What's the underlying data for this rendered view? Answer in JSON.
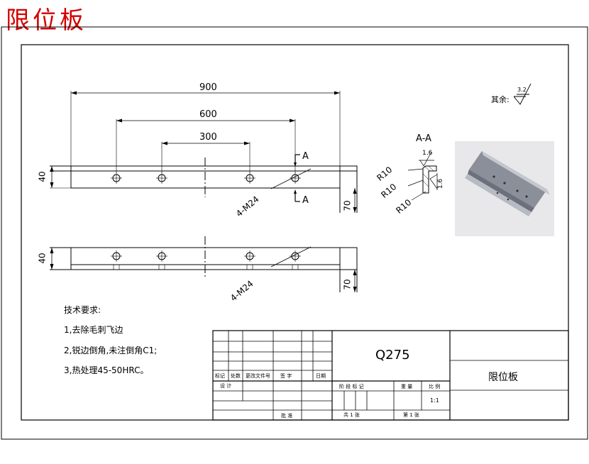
{
  "page_title": "限位板",
  "dimensions": {
    "overall_length": "900",
    "hole_span_outer": "600",
    "hole_span_inner": "300",
    "top_height": "40",
    "depth": "70",
    "bottom_height": "40",
    "bottom_depth": "70",
    "holes_top": "4-M24",
    "holes_bottom": "4-M24"
  },
  "section": {
    "label": "A-A",
    "marker": "A",
    "radius_1": "R10",
    "radius_2": "R10",
    "radius_3": "R10",
    "roughness_1": "1.6",
    "roughness_2": "1.6"
  },
  "surface": {
    "label": "其余:",
    "value": "3.2"
  },
  "notes": {
    "heading": "技术要求:",
    "items": [
      "1,去除毛刺飞边",
      "2,锐边倒角,未注倒角C1;",
      "3,热处理45-50HRC。"
    ]
  },
  "title_block": {
    "material": "Q275",
    "part_name": "限位板",
    "row_labels": [
      "标记",
      "处数",
      "更改文件号",
      "签 字",
      "日期"
    ],
    "design": "设 计",
    "approve": "批 准",
    "stage_mark": "阶 段 标 记",
    "weight": "重 量",
    "scale": "比 例",
    "scale_value": "1:1",
    "sheets_total": "共  1  张",
    "sheet_no": "第  1  张"
  }
}
